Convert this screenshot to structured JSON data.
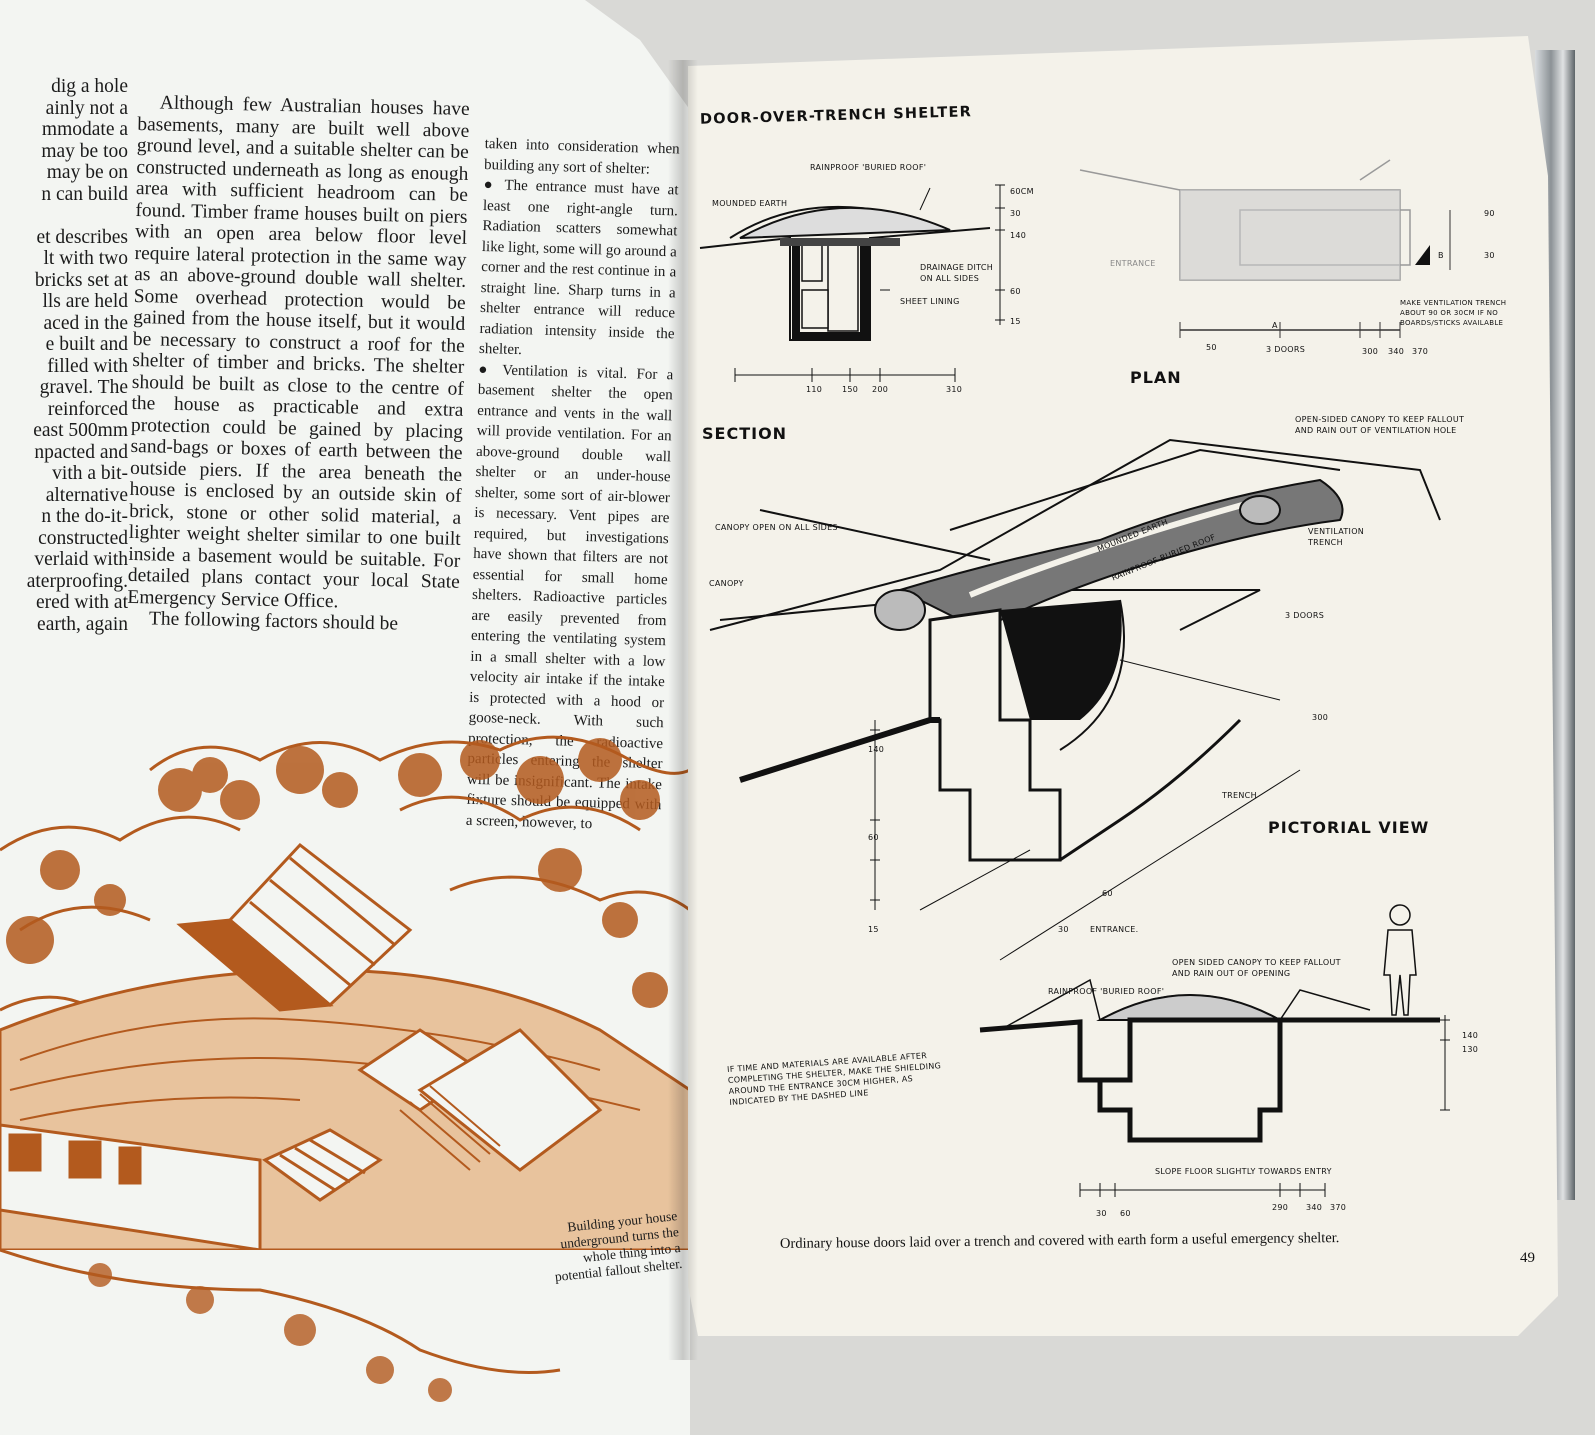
{
  "left_page": {
    "column1_lines": [
      "dig a hole",
      "ainly not a",
      "mmodate a",
      "may be too",
      "may be on",
      "n can build",
      "",
      "et describes",
      "lt with two",
      "bricks set at",
      "lls are held",
      "aced in the",
      "e built and",
      "filled with",
      "gravel. The",
      "reinforced",
      "east 500mm",
      "npacted and",
      "vith a bit-",
      "alternative",
      "n the do-it-",
      "constructed",
      "verlaid with",
      "aterproofing.",
      "ered with at",
      "earth, again"
    ],
    "column2_text": "Although few Australian houses have basements, many are built well above ground level, and a suitable shelter can be constructed underneath as long as enough area with sufficient headroom can be found. Timber frame houses built on piers with an open area below floor level require lateral protection in the same way as an above-ground double wall shelter. Some overhead protection would be gained from the house itself, but it would be necessary to construct a roof for the shelter of timber and bricks. The shelter should be built as close to the centre of the house as practicable and extra protection could be gained by placing sand-bags or boxes of earth between the outside piers. If the area beneath the house is enclosed by an outside skin of brick, stone or other solid material, a lighter weight shelter similar to one built inside a basement would be suitable. For detailed plans contact your local State Emergency Service Office.",
    "column2_tail": "The following factors should be",
    "column3_text": "taken into consideration when building any sort of shelter:",
    "bullet1": "The entrance must have at least one right-angle turn. Radiation scatters somewhat like light, some will go around a corner and the rest continue in a straight line. Sharp turns in a shelter entrance will reduce radiation intensity inside the shelter.",
    "bullet2": "Ventilation is vital. For a basement shelter the open entrance and vents in the wall will provide ventilation. For an above-ground double wall shelter or an under-house shelter, some sort of air-blower is necessary. Vent pipes are required, but investigations have shown that filters are not essential for small home shelters. Radioactive particles are easily prevented from entering the ventilating system in a small shelter with a low velocity air intake if the intake is protected with a hood or goose-neck. With such protection, the radioactive particles entering the shelter will be insignificant. The intake fixture should be equipped with a screen, however, to",
    "caption": "Building your house underground turns the whole thing into a potential fallout shelter."
  },
  "right_page": {
    "title": "DOOR-OVER-TRENCH SHELTER",
    "section_heading": "SECTION",
    "plan_heading": "PLAN",
    "pictorial_heading": "PICTORIAL VIEW",
    "section_labels": {
      "rainproof": "RAINPROOF 'BURIED ROOF'",
      "mounded": "MOUNDED EARTH",
      "drainage": "DRAINAGE DITCH ON ALL SIDES",
      "sheet": "SHEET LINING",
      "dims_v": [
        "60cm",
        "30",
        "140",
        "60",
        "15"
      ],
      "dims_h": [
        "110",
        "150",
        "200",
        "310"
      ]
    },
    "plan_labels": {
      "entrance": "ENTRANCE",
      "b": "B",
      "a": "A",
      "trench_note": "MAKE VENTILATION TRENCH ABOUT 90 OR 30cm IF NO BOARDS/STICKS AVAILABLE",
      "dims_h": [
        "50",
        "3 DOORS",
        "300",
        "340",
        "370"
      ],
      "dims_v": [
        "90",
        "30"
      ]
    },
    "pictorial_labels": {
      "open_canopy": "OPEN-SIDED CANOPY TO KEEP FALLOUT AND RAIN OUT OF VENTILATION HOLE",
      "canopy_open": "CANOPY OPEN ON ALL SIDES",
      "canopy": "CANOPY",
      "mounded": "MOUNDED EARTH",
      "rainproof": "RAINPROOF BURIED ROOF",
      "vent_trench": "VENTILATION TRENCH",
      "three_doors": "3 DOORS",
      "trench": "TRENCH",
      "entrance": "ENTRANCE.",
      "dims": [
        "300",
        "140",
        "60",
        "15",
        "60",
        "30"
      ]
    },
    "bottom_section": {
      "open_canopy": "OPEN SIDED CANOPY TO KEEP FALLOUT AND RAIN OUT OF OPENING",
      "rainproof": "RAINPROOF 'BURIED ROOF'",
      "note": "IF TIME AND MATERIALS ARE AVAILABLE AFTER COMPLETING THE SHELTER, MAKE THE SHIELDING AROUND THE ENTRANCE 30cm HIGHER, AS INDICATED BY THE DASHED LINE",
      "slope": "SLOPE FLOOR SLIGHTLY TOWARDS ENTRY",
      "dims_v": [
        "140",
        "130"
      ],
      "dims_h": [
        "30",
        "60",
        "290",
        "340",
        "370"
      ]
    },
    "caption": "Ordinary house doors laid over a trench and covered with earth form a useful emergency shelter.",
    "page_number": "49"
  },
  "colors": {
    "illustration": "#b35a1e",
    "ink": "#111111",
    "paper_left": "#f3f5f2",
    "paper_right": "#f4f2ea"
  }
}
